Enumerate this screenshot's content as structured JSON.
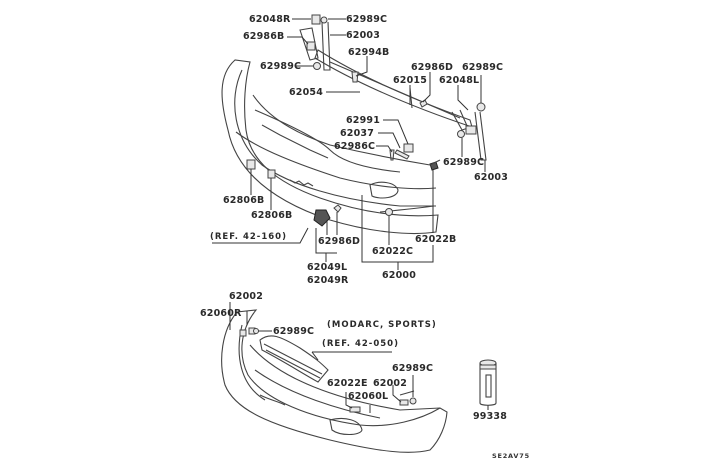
{
  "diagram": {
    "title": "Front bumper parts diagram",
    "figure_code": "SE2AV75",
    "upper_assembly": {
      "labels": {
        "p62048R": "62048R",
        "p62989C_a": "62989C",
        "p62986B": "62986B",
        "p62003_a": "62003",
        "p62994B": "62994B",
        "p62989C_b": "62989C",
        "p62054": "62054",
        "p62986D_a": "62986D",
        "p62989C_c": "62989C",
        "p62015": "62015",
        "p62048L": "62048L",
        "p62991": "62991",
        "p62037": "62037",
        "p62986C": "62986C",
        "p62989C_d": "62989C",
        "p62003_b": "62003",
        "p62806B_a": "62806B",
        "p62806B_b": "62806B",
        "ref_42_160": "(REF. 42-160)",
        "p62986D_b": "62986D",
        "p62022C": "62022C",
        "p62022B": "62022B",
        "p62049L": "62049L",
        "p62049R": "62049R",
        "p62000": "62000"
      }
    },
    "lower_assembly": {
      "labels": {
        "p62002_a": "62002",
        "p62060R": "62060R",
        "p62989C_e": "62989C",
        "variant_note": "(MODARC, SPORTS)",
        "ref_42_050": "(REF. 42-050)",
        "p62989C_f": "62989C",
        "p62022E": "62022E",
        "p62002_b": "62002",
        "p62060L": "62060L"
      }
    },
    "accessory": {
      "label": "99338"
    }
  }
}
